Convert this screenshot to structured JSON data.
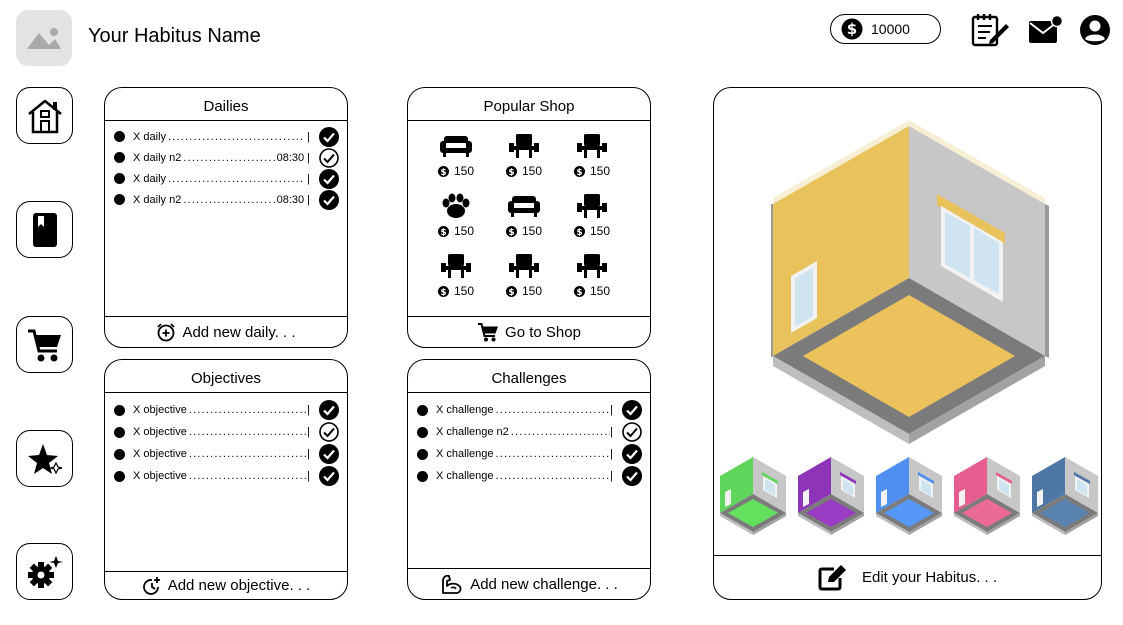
{
  "header": {
    "habitus_name": "Your Habitus Name",
    "coins": "10000"
  },
  "dailies": {
    "title": "Dailies",
    "items": [
      {
        "label": "X daily",
        "time": "",
        "done": "filled"
      },
      {
        "label": "X daily n2",
        "time": "08:30",
        "done": "outline"
      },
      {
        "label": "X daily",
        "time": "",
        "done": "filled"
      },
      {
        "label": "X daily n2",
        "time": "08:30",
        "done": "filled"
      }
    ],
    "footer": "Add new daily. . ."
  },
  "objectives": {
    "title": "Objectives",
    "items": [
      {
        "label": "X objective",
        "done": "filled"
      },
      {
        "label": "X objective",
        "done": "outline"
      },
      {
        "label": "X objective",
        "done": "filled"
      },
      {
        "label": "X objective",
        "done": "filled"
      }
    ],
    "footer": "Add new objective. . ."
  },
  "shop": {
    "title": "Popular Shop",
    "items": [
      {
        "icon": "sofa-icon",
        "price": "150"
      },
      {
        "icon": "chair-icon",
        "price": "150"
      },
      {
        "icon": "chair-icon",
        "price": "150"
      },
      {
        "icon": "paw-icon",
        "price": "150"
      },
      {
        "icon": "sofa-icon",
        "price": "150"
      },
      {
        "icon": "chair-icon",
        "price": "150"
      },
      {
        "icon": "chair-icon",
        "price": "150"
      },
      {
        "icon": "chair-icon",
        "price": "150"
      },
      {
        "icon": "chair-icon",
        "price": "150"
      }
    ],
    "footer": "Go to Shop"
  },
  "challenges": {
    "title": "Challenges",
    "items": [
      {
        "label": "X challenge",
        "done": "filled"
      },
      {
        "label": "X challenge n2",
        "done": "outline"
      },
      {
        "label": "X challenge",
        "done": "filled"
      },
      {
        "label": "X challenge",
        "done": "filled"
      }
    ],
    "footer": "Add new challenge. . ."
  },
  "habitus": {
    "footer": "Edit your Habitus. . .",
    "themes": [
      {
        "name": "green",
        "wall": "#5fd65b",
        "floor": "#62e05e"
      },
      {
        "name": "purple",
        "wall": "#8e34b8",
        "floor": "#9b3cc4"
      },
      {
        "name": "blue",
        "wall": "#4f8ff0",
        "floor": "#5598f7"
      },
      {
        "name": "pink",
        "wall": "#e65d8f",
        "floor": "#ec6a98"
      },
      {
        "name": "slate",
        "wall": "#4f77a6",
        "floor": "#5b83b0"
      }
    ]
  },
  "colors": {
    "room_wall": "#e8c25a",
    "room_floor": "#ecc25c",
    "room_gray": "#c7c7c7",
    "room_border": "#7b7b7b"
  }
}
